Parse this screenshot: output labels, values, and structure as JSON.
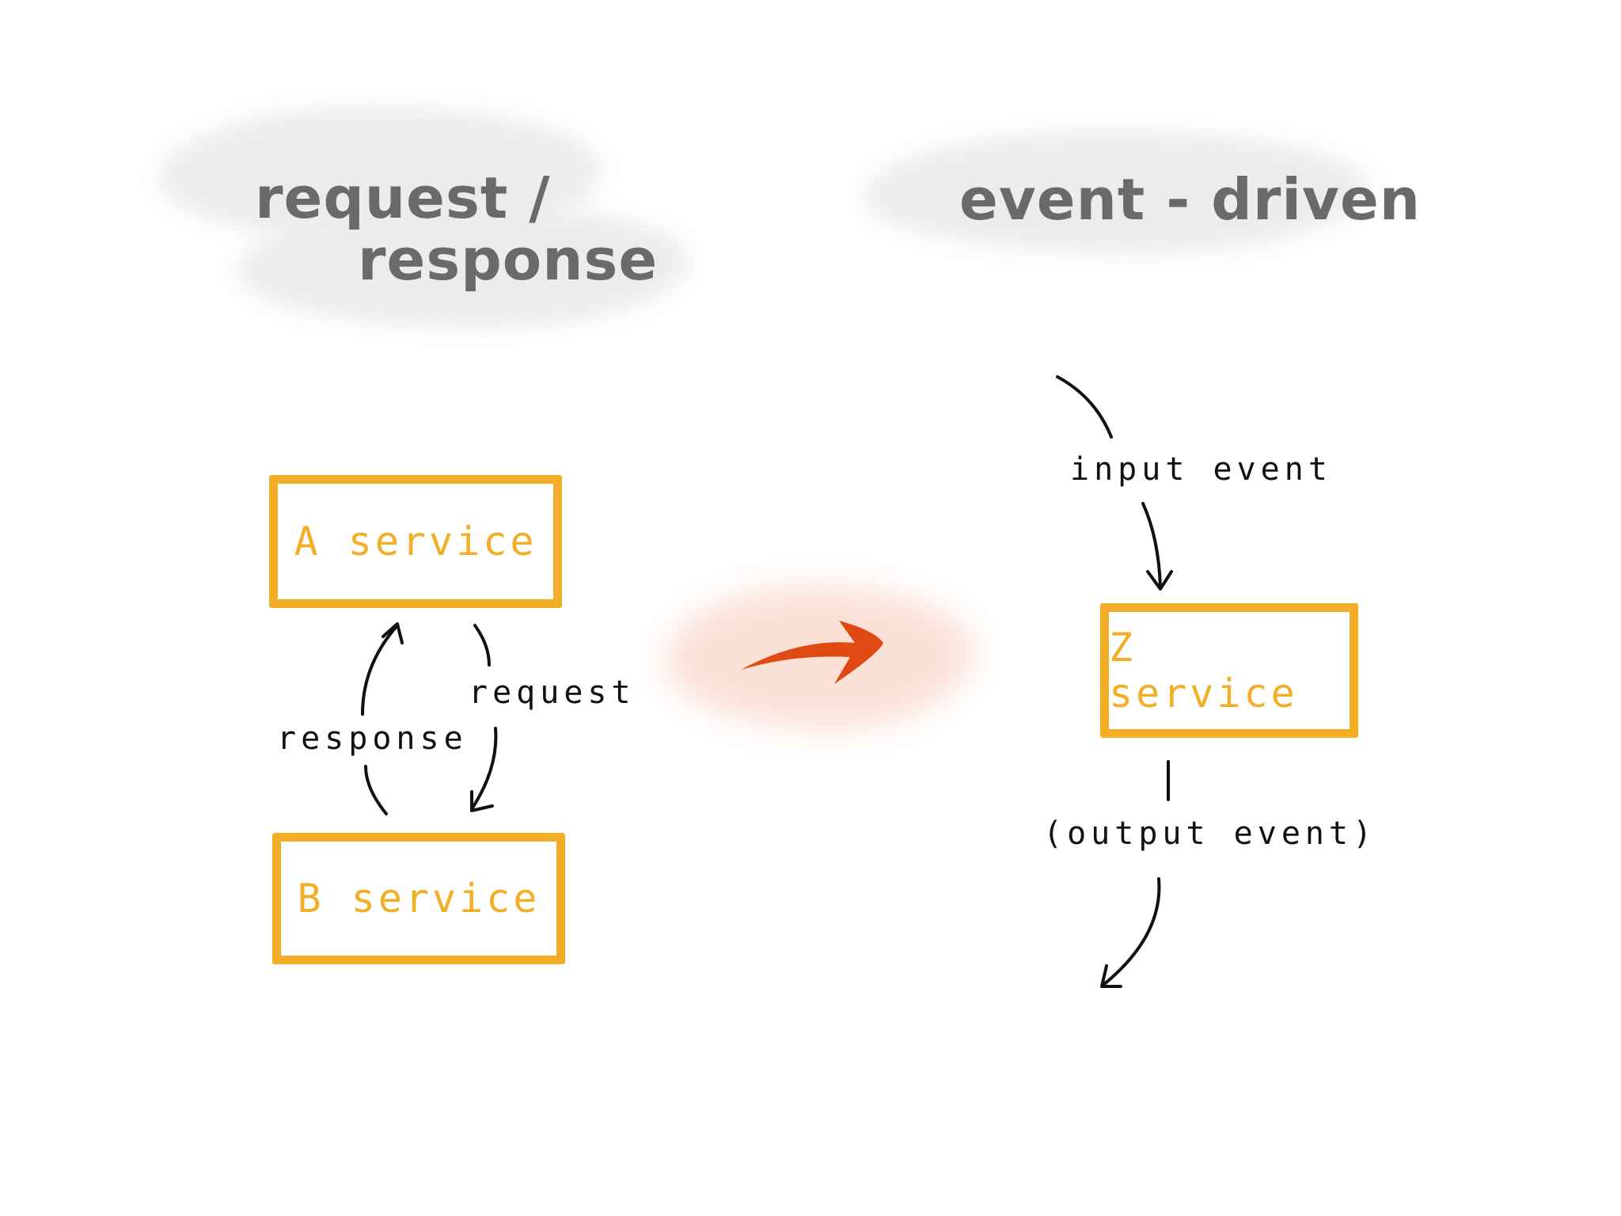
{
  "left": {
    "heading_line1": "request /",
    "heading_line2": "response",
    "top_box": {
      "label": "A service"
    },
    "bottom_box": {
      "label": "B service"
    },
    "request_label": "request",
    "response_label": "response"
  },
  "right": {
    "heading": "event - driven",
    "box": {
      "label": "Z service"
    },
    "input_label": "input event",
    "output_label": "(output event)"
  },
  "colors": {
    "box": "#f2ae27",
    "heading_text": "#6a6a6a",
    "transition_arrow": "#e04a12",
    "annotation": "#111111"
  }
}
